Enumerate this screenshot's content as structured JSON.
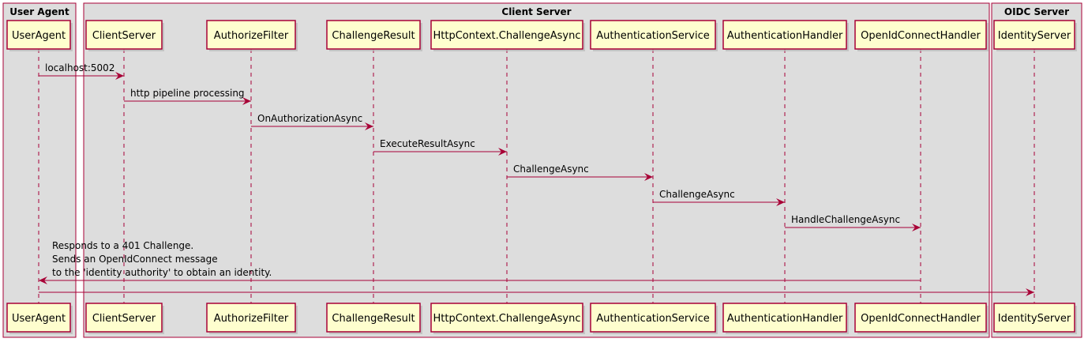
{
  "colors": {
    "group_fill": "#dddddd",
    "group_stroke": "#a80036",
    "participant_fill": "#fefece",
    "participant_stroke": "#a80036",
    "lifeline": "#a80036",
    "arrow": "#a80036"
  },
  "groups": [
    {
      "id": "user-agent",
      "title": "User Agent",
      "participants": [
        "UserAgent"
      ]
    },
    {
      "id": "client-server",
      "title": "Client Server",
      "participants": [
        "ClientServer",
        "AuthorizeFilter",
        "ChallengeResult",
        "HttpContext.ChallengeAsync",
        "AuthenticationService",
        "AuthenticationHandler",
        "OpenIdConnectHandler"
      ]
    },
    {
      "id": "oidc-server",
      "title": "OIDC Server",
      "participants": [
        "IdentityServer"
      ]
    }
  ],
  "participants": [
    {
      "id": "UserAgent",
      "label": "UserAgent"
    },
    {
      "id": "ClientServer",
      "label": "ClientServer"
    },
    {
      "id": "AuthorizeFilter",
      "label": "AuthorizeFilter"
    },
    {
      "id": "ChallengeResult",
      "label": "ChallengeResult"
    },
    {
      "id": "HttpContext.ChallengeAsync",
      "label": "HttpContext.ChallengeAsync"
    },
    {
      "id": "AuthenticationService",
      "label": "AuthenticationService"
    },
    {
      "id": "AuthenticationHandler",
      "label": "AuthenticationHandler"
    },
    {
      "id": "OpenIdConnectHandler",
      "label": "OpenIdConnectHandler"
    },
    {
      "id": "IdentityServer",
      "label": "IdentityServer"
    }
  ],
  "messages": [
    {
      "from": "UserAgent",
      "to": "ClientServer",
      "lines": [
        "localhost:5002"
      ]
    },
    {
      "from": "ClientServer",
      "to": "AuthorizeFilter",
      "lines": [
        "http pipeline processing"
      ]
    },
    {
      "from": "AuthorizeFilter",
      "to": "ChallengeResult",
      "lines": [
        "OnAuthorizationAsync"
      ]
    },
    {
      "from": "ChallengeResult",
      "to": "HttpContext.ChallengeAsync",
      "lines": [
        "ExecuteResultAsync"
      ]
    },
    {
      "from": "HttpContext.ChallengeAsync",
      "to": "AuthenticationService",
      "lines": [
        "ChallengeAsync"
      ]
    },
    {
      "from": "AuthenticationService",
      "to": "AuthenticationHandler",
      "lines": [
        "ChallengeAsync"
      ]
    },
    {
      "from": "AuthenticationHandler",
      "to": "OpenIdConnectHandler",
      "lines": [
        "HandleChallengeAsync"
      ]
    },
    {
      "from": "OpenIdConnectHandler",
      "to": "UserAgent",
      "lines": [
        "Responds to a 401 Challenge.",
        "Sends an OpenIdConnect message",
        "to the 'identity authority' to obtain an identity."
      ]
    },
    {
      "from": "UserAgent",
      "to": "IdentityServer",
      "lines": []
    }
  ]
}
